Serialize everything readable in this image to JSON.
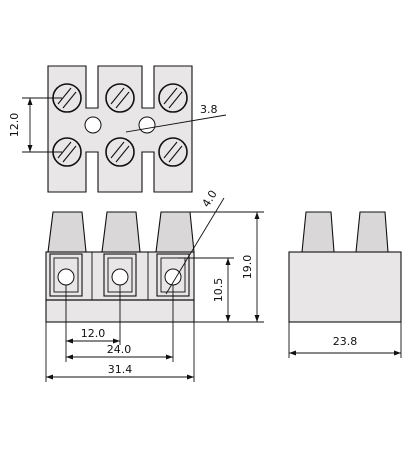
{
  "dimensions": {
    "pitch_vertical": "12.0",
    "center_hole": "3.8",
    "wire_hole": "4.0",
    "pitch": "12.0",
    "double_pitch": "24.0",
    "overall_width": "31.4",
    "screw_height": "10.5",
    "overall_height": "19.0",
    "depth": "23.8"
  }
}
